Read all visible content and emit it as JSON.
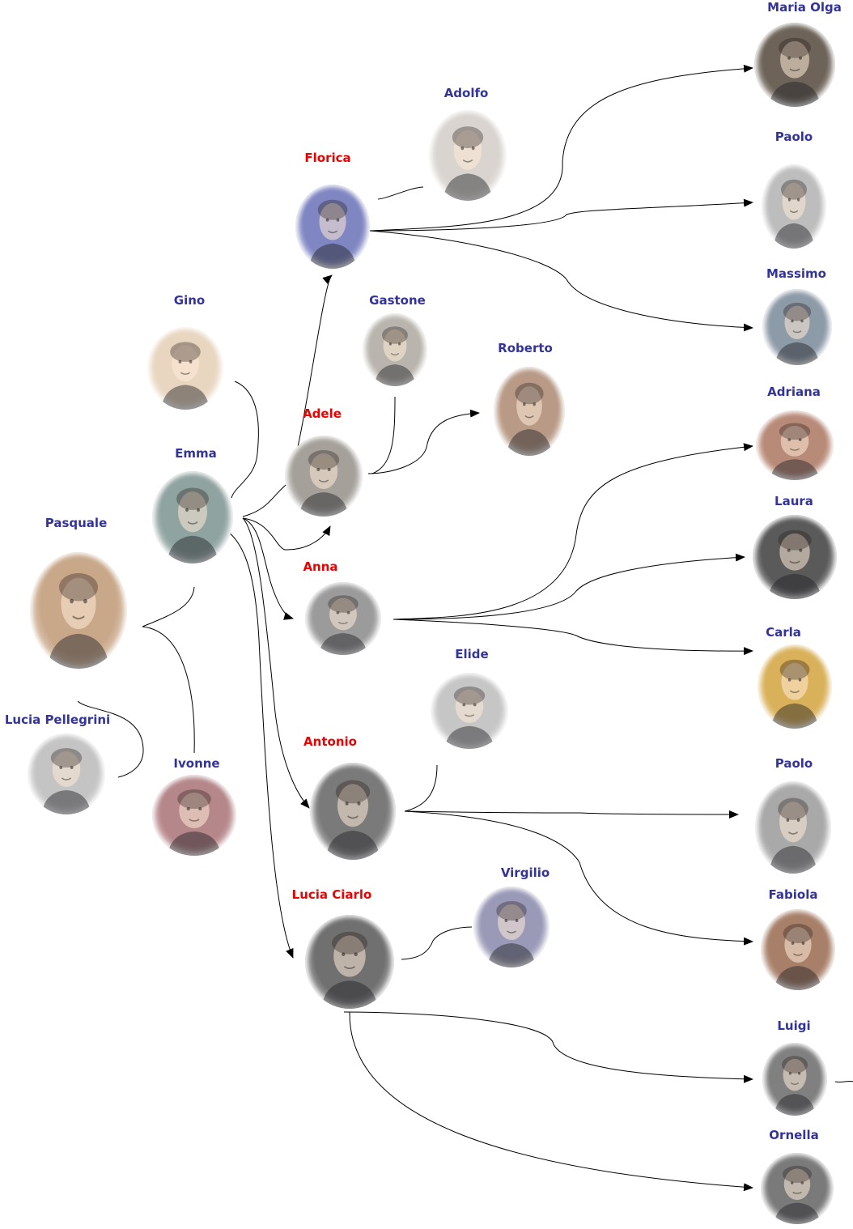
{
  "people": [
    {
      "id": "maria-olga",
      "name": "Maria Olga",
      "color": "blue",
      "tone": "#6d6358"
    },
    {
      "id": "adolfo",
      "name": "Adolfo",
      "color": "blue",
      "tone": "#d9d4cf"
    },
    {
      "id": "paolo-1",
      "name": "Paolo",
      "color": "blue",
      "tone": "#bdbdbd"
    },
    {
      "id": "florica",
      "name": "Florica",
      "color": "red",
      "tone": "#7f86c2"
    },
    {
      "id": "massimo",
      "name": "Massimo",
      "color": "blue",
      "tone": "#8d9aa8"
    },
    {
      "id": "gino",
      "name": "Gino",
      "color": "blue",
      "tone": "#e8d6c0"
    },
    {
      "id": "gastone",
      "name": "Gastone",
      "color": "blue",
      "tone": "#b9b5ae"
    },
    {
      "id": "roberto",
      "name": "Roberto",
      "color": "blue",
      "tone": "#b89a86"
    },
    {
      "id": "adriana",
      "name": "Adriana",
      "color": "blue",
      "tone": "#b88a78"
    },
    {
      "id": "adele",
      "name": "Adele",
      "color": "red",
      "tone": "#a5a09a"
    },
    {
      "id": "emma",
      "name": "Emma",
      "color": "blue",
      "tone": "#8fa3a0"
    },
    {
      "id": "laura",
      "name": "Laura",
      "color": "blue",
      "tone": "#5a5a5a"
    },
    {
      "id": "pasquale",
      "name": "Pasquale",
      "color": "blue",
      "tone": "#c9a88a"
    },
    {
      "id": "anna",
      "name": "Anna",
      "color": "red",
      "tone": "#9b9b9b"
    },
    {
      "id": "carla",
      "name": "Carla",
      "color": "blue",
      "tone": "#d9b15a"
    },
    {
      "id": "elide",
      "name": "Elide",
      "color": "blue",
      "tone": "#c6c6c6"
    },
    {
      "id": "lucia-pellegrini",
      "name": "Lucia Pellegrini",
      "color": "blue",
      "tone": "#c4c4c4"
    },
    {
      "id": "antonio",
      "name": "Antonio",
      "color": "red",
      "tone": "#7a7a7a"
    },
    {
      "id": "ivonne",
      "name": "Ivonne",
      "color": "blue",
      "tone": "#b5868a"
    },
    {
      "id": "paolo-2",
      "name": "Paolo",
      "color": "blue",
      "tone": "#a9a9a9"
    },
    {
      "id": "virgilio",
      "name": "Virgilio",
      "color": "blue",
      "tone": "#9a9ab8"
    },
    {
      "id": "lucia-ciarlo",
      "name": "Lucia Ciarlo",
      "color": "red",
      "tone": "#707070"
    },
    {
      "id": "fabiola",
      "name": "Fabiola",
      "color": "blue",
      "tone": "#a8806a"
    },
    {
      "id": "luigi",
      "name": "Luigi",
      "color": "blue",
      "tone": "#808080"
    },
    {
      "id": "ornella",
      "name": "Ornella",
      "color": "blue",
      "tone": "#7a7a7a"
    }
  ]
}
